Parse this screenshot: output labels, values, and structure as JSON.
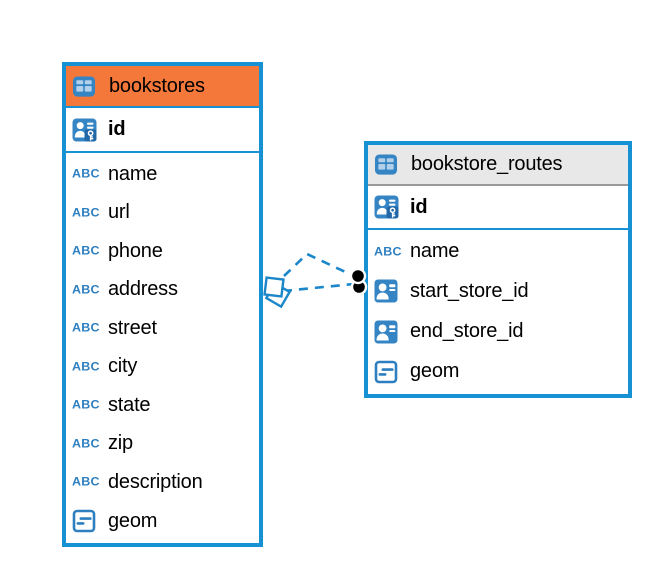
{
  "diagram": {
    "colors": {
      "table_border": "#1591d4",
      "selected_header_bg": "#f5783b",
      "header_bg": "#e8e8e8",
      "header_separator": "#9a9a9a",
      "pk_separator": "#1591d4",
      "icon_blue": "#3585c5",
      "icon_dark_blue": "#2268a8",
      "connector": "#1b87c9",
      "text": "#000000"
    },
    "tables": [
      {
        "name": "bookstores",
        "icon": "table-icon",
        "selected": true,
        "primary_key": {
          "name": "id",
          "icon": "primary-key-icon"
        },
        "columns": [
          {
            "name": "name",
            "icon": "abc-icon"
          },
          {
            "name": "url",
            "icon": "abc-icon"
          },
          {
            "name": "phone",
            "icon": "abc-icon"
          },
          {
            "name": "address",
            "icon": "abc-icon"
          },
          {
            "name": "street",
            "icon": "abc-icon"
          },
          {
            "name": "city",
            "icon": "abc-icon"
          },
          {
            "name": "state",
            "icon": "abc-icon"
          },
          {
            "name": "zip",
            "icon": "abc-icon"
          },
          {
            "name": "description",
            "icon": "abc-icon"
          },
          {
            "name": "geom",
            "icon": "geometry-icon"
          }
        ]
      },
      {
        "name": "bookstore_routes",
        "icon": "table-icon",
        "selected": false,
        "primary_key": {
          "name": "id",
          "icon": "primary-key-icon"
        },
        "columns": [
          {
            "name": "name",
            "icon": "abc-icon"
          },
          {
            "name": "start_store_id",
            "icon": "foreign-key-icon"
          },
          {
            "name": "end_store_id",
            "icon": "foreign-key-icon"
          },
          {
            "name": "geom",
            "icon": "geometry-icon"
          }
        ]
      }
    ],
    "relationships": [
      {
        "from": "bookstores",
        "to": "bookstore_routes",
        "style": "dashed"
      },
      {
        "from": "bookstores",
        "to": "bookstore_routes",
        "style": "dashed"
      }
    ]
  }
}
